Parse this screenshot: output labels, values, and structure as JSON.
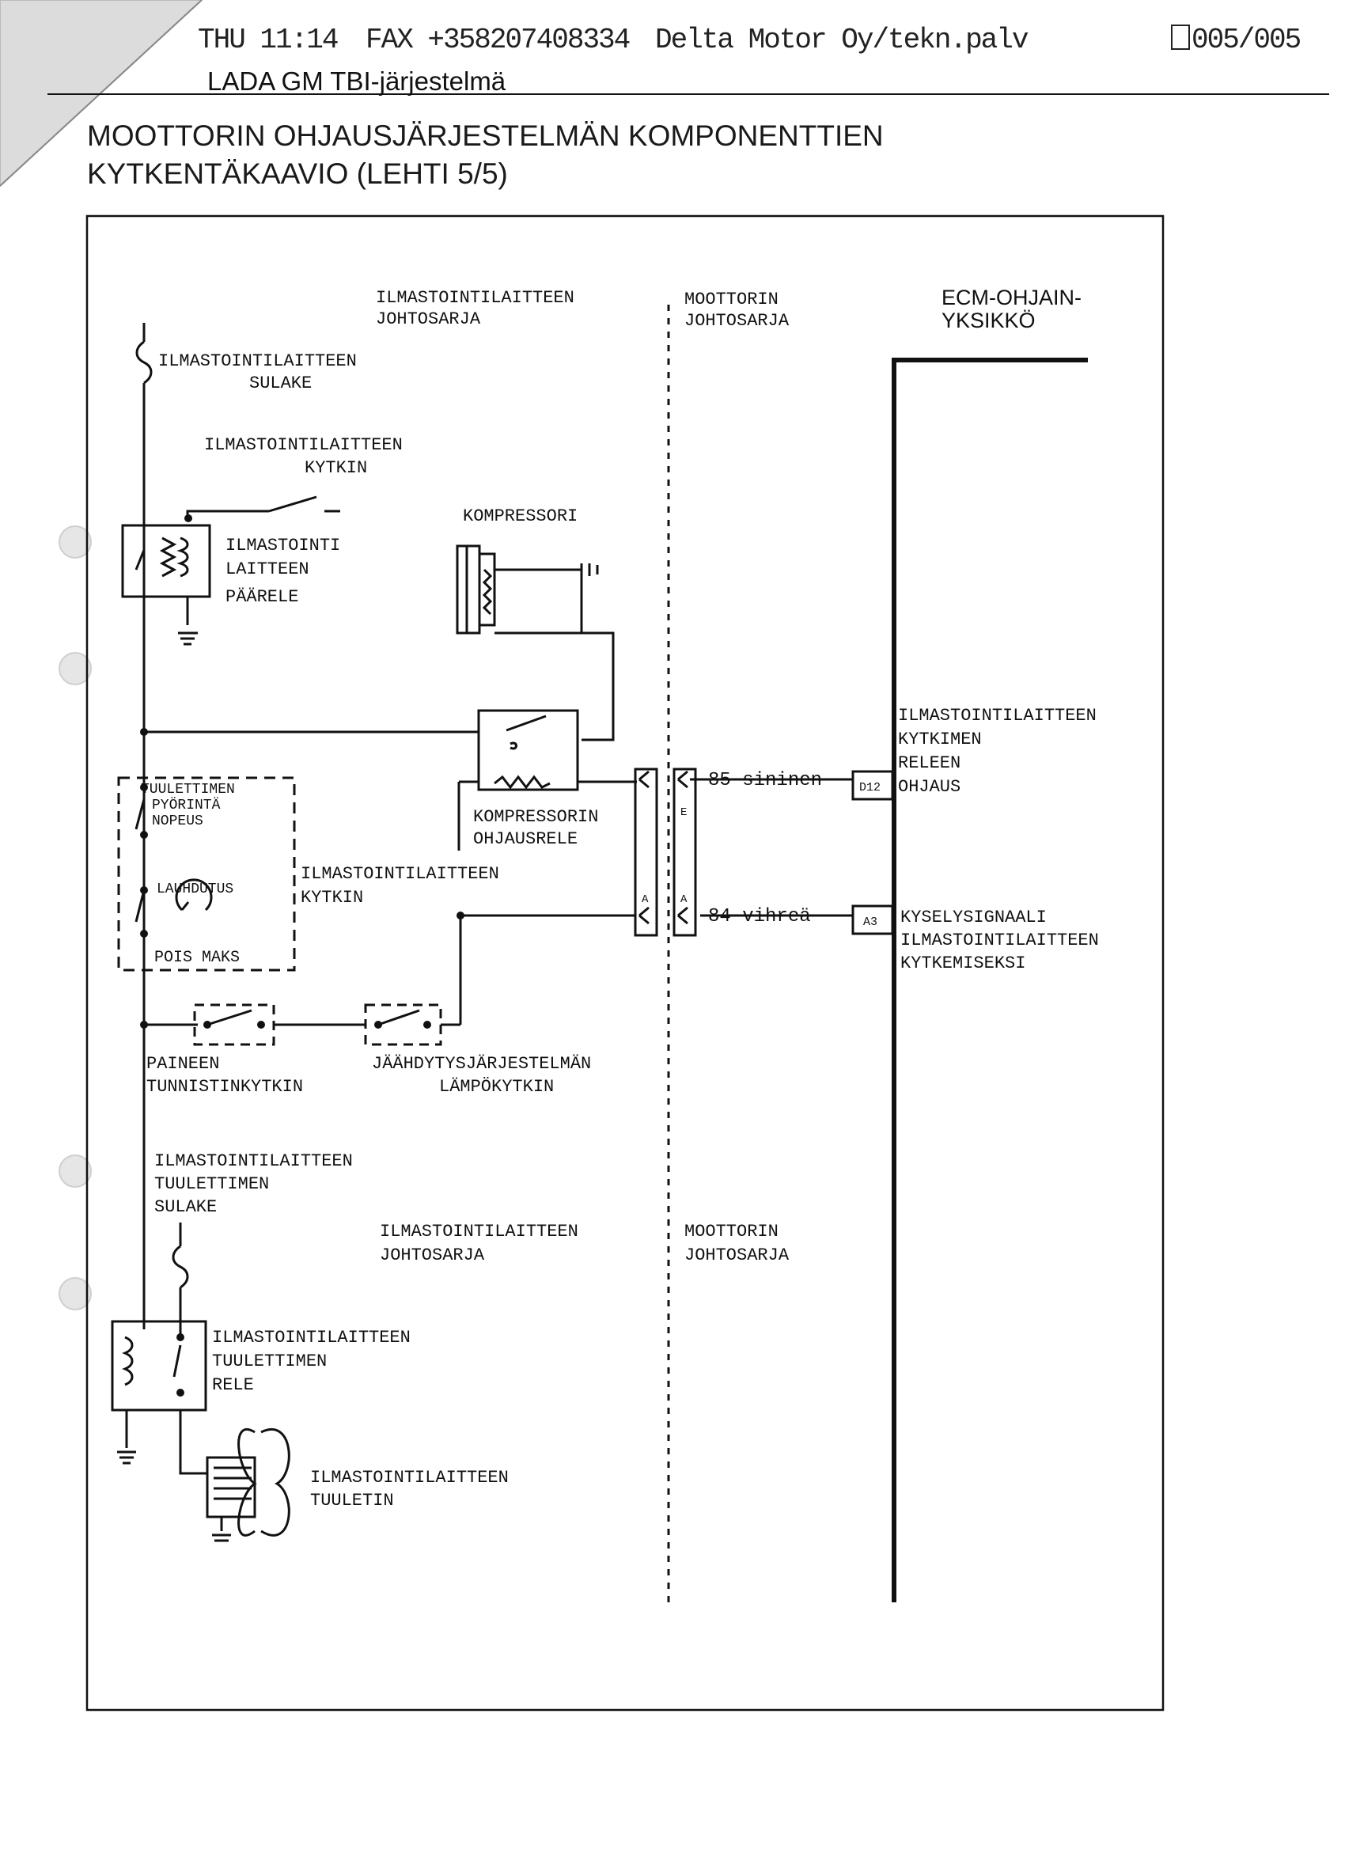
{
  "fax_header": {
    "day_time": "THU 11:14",
    "fax_number": "FAX +358207408334",
    "sender": "Delta Motor Oy/tekn.palv",
    "page_counter": "005/005"
  },
  "page_header": "LADA GM TBI-järjestelmä",
  "title": {
    "line1": "MOOTTORIN OHJAUSJÄRJESTELMÄN KOMPONENTTIEN",
    "line2": "KYTKENTÄKAAVIO (LEHTI 5/5)"
  },
  "diagram": {
    "harness_left_top": [
      "ILMASTOINTILAITTEEN",
      "JOHTOSARJA"
    ],
    "harness_right_top": [
      "MOOTTORIN",
      "JOHTOSARJA"
    ],
    "ecm": [
      "ECM-OHJAIN-",
      "YKSIKKÖ"
    ],
    "fuse_ac": [
      "ILMASTOINTILAITTEEN",
      "SULAKE"
    ],
    "switch_ac": [
      "ILMASTOINTILAITTEEN",
      "KYTKIN"
    ],
    "main_relay": [
      "ILMASTOINTI",
      "LAITTEEN",
      "PÄÄRELE"
    ],
    "compressor": "KOMPRESSORI",
    "compressor_relay": [
      "KOMPRESSORIN",
      "OHJAUSRELE"
    ],
    "fan_speed": [
      "TUULETTIMEN",
      "PYÖRINTÄ",
      "NOPEUS"
    ],
    "cooling": "LAUHDUTUS",
    "pois_maks": "POIS  MAKS",
    "ac_switch2": [
      "ILMASTOINTILAITTEEN",
      "KYTKIN"
    ],
    "pressure_switch": [
      "PAINEEN",
      "TUNNISTINKYTKIN"
    ],
    "temp_switch": [
      "JÄÄHDYTYSJÄRJESTELMÄN",
      "LÄMPÖKYTKIN"
    ],
    "fan_fuse": [
      "ILMASTOINTILAITTEEN",
      "TUULETTIMEN",
      "SULAKE"
    ],
    "harness_left_bottom": [
      "ILMASTOINTILAITTEEN",
      "JOHTOSARJA"
    ],
    "harness_right_bottom": [
      "MOOTTORIN",
      "JOHTOSARJA"
    ],
    "fan_relay": [
      "ILMASTOINTILAITTEEN",
      "TUULETTIMEN",
      "RELE"
    ],
    "fan": [
      "ILMASTOINTILAITTEEN",
      "TUULETIN"
    ],
    "relay_control": [
      "ILMASTOINTILAITTEEN",
      "KYTKIMEN",
      "RELEEN",
      "OHJAUS"
    ],
    "query_signal": [
      "KYSELYSIGNAALI",
      "ILMASTOINTILAITTEEN",
      "KYTKEMISEKSI"
    ],
    "wire_85": "85 sininen",
    "wire_84": "84 vihreä",
    "pin_d12": "D12",
    "pin_a3": "A3",
    "conn_e": "E",
    "conn_a": "A"
  }
}
